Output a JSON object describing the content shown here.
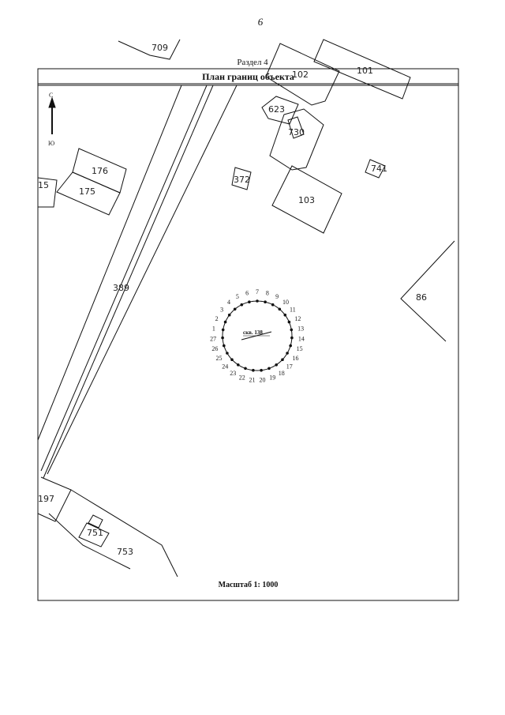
{
  "page": {
    "number": "6",
    "section": "Раздел 4",
    "title": "План границ объекта",
    "scale": "Масштаб 1: 1000"
  },
  "compass": {
    "north": "С",
    "south": "Ю"
  },
  "parcels": [
    {
      "id": "p709",
      "label": "709"
    },
    {
      "id": "p102",
      "label": "102"
    },
    {
      "id": "p101",
      "label": "101"
    },
    {
      "id": "p623",
      "label": "623"
    },
    {
      "id": "p730",
      "label": "730"
    },
    {
      "id": "p176",
      "label": "176"
    },
    {
      "id": "p175",
      "label": "175"
    },
    {
      "id": "p15",
      "label": "15"
    },
    {
      "id": "p372",
      "label": "372"
    },
    {
      "id": "p741",
      "label": "741"
    },
    {
      "id": "p103",
      "label": "103"
    },
    {
      "id": "p389",
      "label": "389"
    },
    {
      "id": "p86",
      "label": "86"
    },
    {
      "id": "p197",
      "label": "197"
    },
    {
      "id": "p751",
      "label": "751"
    },
    {
      "id": "p753",
      "label": "753"
    }
  ],
  "well": {
    "label": "скв. 138",
    "points": [
      "1",
      "2",
      "3",
      "4",
      "5",
      "6",
      "7",
      "8",
      "9",
      "10",
      "11",
      "12",
      "13",
      "14",
      "15",
      "16",
      "17",
      "18",
      "19",
      "20",
      "21",
      "22",
      "23",
      "24",
      "25",
      "26",
      "27"
    ]
  }
}
